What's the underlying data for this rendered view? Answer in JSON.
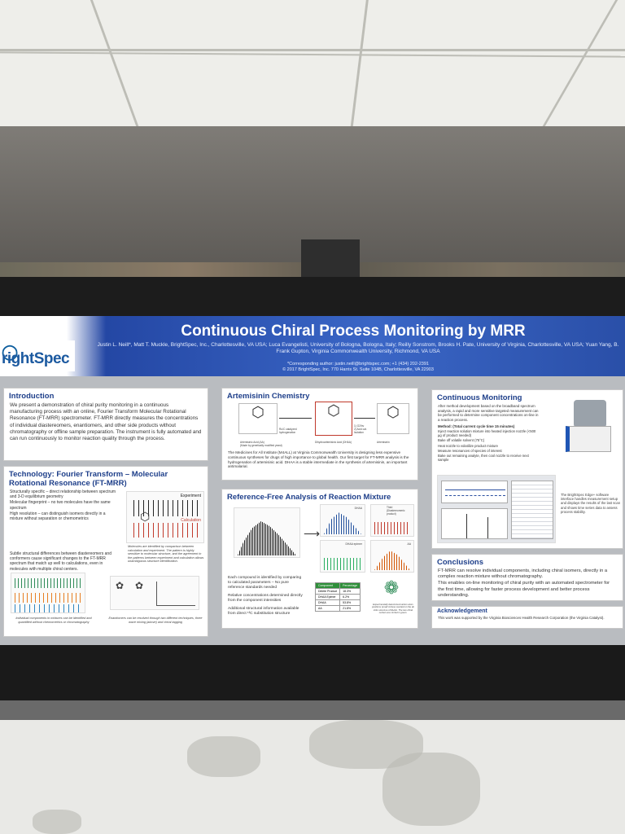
{
  "poster": {
    "title": "Continuous Chiral Process Monitoring by MRR",
    "authors": "Justin L. Neill*, Matt T. Muckle, BrightSpec, Inc., Charlottesville, VA USA; Luca Evangelisti, University of Bologna, Bologna, Italy; Reilly Sonstrom, Brooks H. Pate, University of Virginia, Charlottesville, VA USA; Yuan Yang, B. Frank Gupton, Virginia Commonwealth University, Richmond, VA USA",
    "contact": "*Corresponding author: justin.neill@brightspec.com; +1 (434) 202-2391",
    "copyright": "© 2017 BrightSpec, Inc.  770 Harris St. Suite 104B, Charlottesville, VA 22903",
    "logo_text": "rightSpec"
  },
  "intro": {
    "heading": "Introduction",
    "text": "We present a demonstration of chiral purity monitoring in a continuous manufacturing process with an online, Fourier Transform Molecular Rotational Resonance (FT-MRR) spectrometer. FT-MRR directly measures the concentrations of individual diastereomers, enantiomers, and other side products without chromatography or offline sample preparation. The instrument is fully automated and can run continuously to monitor reaction quality through the process."
  },
  "tech": {
    "heading_line1": "Technology: Fourier Transform – Molecular",
    "heading_line2": "Rotational Resonance (FT-MRR)",
    "bullets": [
      "Structurally specific – direct relationship between spectrum and 3-D equilibrium geometry",
      "Molecular fingerprint – no two molecules have the same spectrum",
      "High resolution – can distinguish isomers directly in a mixture without separation or chemometrics"
    ],
    "legend_experiment": "Experiment",
    "legend_calculation": "Calculation",
    "para": "Subtle structural differences between diastereomers and conformers cause significant changes to the FT-MRR spectrum that match up well to calculations, even in molecules with multiple chiral centers.",
    "caption_molecules": "Molecules are identified by comparison between calculation and experiment. The pattern is highly sensitive to molecular structure, and the agreement in the patterns between experiment and calculation allows unambiguous structure identification.",
    "caption_components": "Individual components in mixtures can be identified and quantified without chemometrics or chromatography",
    "caption_enantiomers": "Enantiomers can be resolved through two different techniques, three wave mixing (above) and chiral tagging"
  },
  "artemisinin": {
    "heading": "Artemisinin Chemistry",
    "label_aa": "Artemisinic Acid (AA)\n(Made by genetically modified yeast)",
    "label_dhaa": "Dihydroartemisinic Acid (DHAA)",
    "label_art": "Artemisinin",
    "arrow1": "Ru/C catalyzed hydrogenation",
    "arrow2": "1) O2/hv\n2) Acid cat. Isolation",
    "text": "The Medicines for All Institute (M4ALL) at Virginia Commonwealth University is designing less expensive continuous syntheses for drugs of high importance to global health. Our first target for FT-MRR analysis is the hydrogenation of artemisinic acid. DHAA is a stable intermediate in the synthesis of artemisinin, an important antimalarial."
  },
  "reference": {
    "heading": "Reference-Free Analysis of Reaction Mixture",
    "sub_labels": [
      "DHAA",
      "Third (Diastereomeric product)",
      "DHAA epimer",
      "AA"
    ],
    "bullets": [
      "Each compound is identified by comparing to calculated parameters – No pure reference standards needed",
      "Relative concentrations determined directly from the component intensities",
      "Additional structural information available from direct ¹³C substitution structure"
    ],
    "table_header": [
      "Component",
      "Percentage"
    ],
    "table_rows": [
      [
        "Delete Product",
        "18.3%"
      ],
      [
        "DHAA Epimer",
        "6.2%"
      ],
      [
        "DHAA",
        "53.8%"
      ],
      [
        "AA",
        "21.8%"
      ]
    ],
    "molecule_caption": "Experimentally determined carbon atom positions (small circles) overlaid on the ab initio structure of DHAA. The two chiral centers are circled in green."
  },
  "continuous": {
    "heading": "Continuous Monitoring",
    "intro": "After method development based on the broadband spectrum analysis, a rapid and more sensitive targeted measurement can be performed to determine component concentrations on-line in a reaction process.",
    "method_title": "Method: (Total current cycle time 15 minutes)",
    "steps": [
      "Inject reaction solution mixture into heated injection nozzle (<500 µg of product needed)",
      "Bake off volatile solvent (75°C)",
      "Heat nozzle to volatilize product mixture",
      "Measure resonances of species of interest",
      "Bake out remaining analyte, then cool nozzle to receive next sample"
    ],
    "software_caption": "The BrightSpec Edge+ software interface handles measurement setup and displays the results of the last scan and shows time series data to assess process stability."
  },
  "conclusions": {
    "heading": "Conclusions",
    "bullets": [
      "FT-MRR can resolve individual components, including chiral isomers, directly in a complex reaction mixture without chromatography.",
      "This enables on-line monitoring of chiral purity with an automated spectrometer for the first time, allowing for faster process development and better process understanding."
    ]
  },
  "acknowledgement": {
    "heading": "Acknowledgement",
    "text": "This work was supported by the Virginia Biosciences Health Research Corporation (the Virginia Catalyst)."
  },
  "colors": {
    "header_blue": "#2f5bbf",
    "panel_heading": "#1e3f8a",
    "poster_bg": "#b9bcc0"
  }
}
